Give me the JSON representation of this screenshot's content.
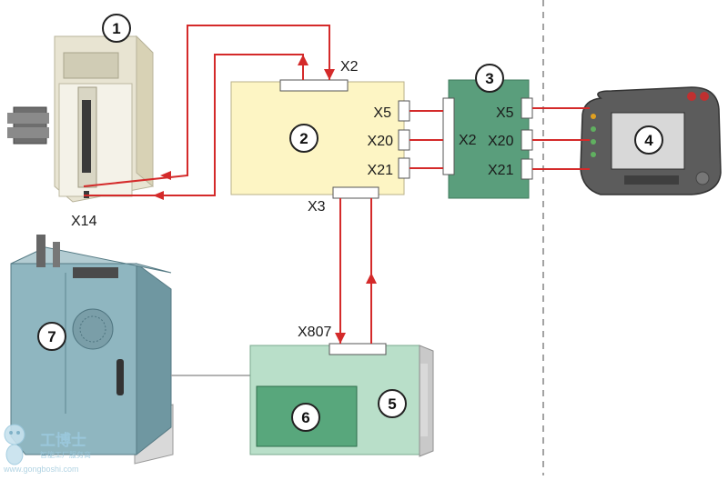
{
  "diagram": {
    "connector_labels": {
      "x2_top": "X2",
      "x14": "X14",
      "x3": "X3",
      "x807": "X807",
      "x2_side": "X2",
      "x5_board": "X5",
      "x20_board": "X20",
      "x21_board": "X21",
      "x5_pendant": "X5",
      "x20_pendant": "X20",
      "x21_pendant": "X21"
    },
    "component_numbers": [
      "1",
      "2",
      "3",
      "4",
      "5",
      "6",
      "7"
    ],
    "colors": {
      "wire": "#d42a2a",
      "board_2": "#fdf5c4",
      "board_3": "#5a9e7c",
      "card_5": "#b9dfc9",
      "module_6": "#58a77c",
      "divider": "#8c8c8c"
    }
  },
  "watermark": {
    "title": "工博士",
    "subtitle": "智能工厂服务商",
    "url": "www.gongboshi.com"
  }
}
